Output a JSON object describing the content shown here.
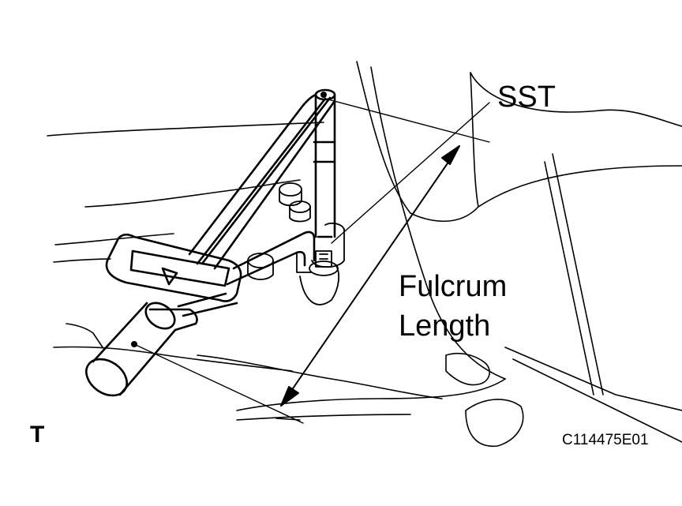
{
  "labels": {
    "tool": "SST",
    "dimension_line1": "Fulcrum",
    "dimension_line2": "Length",
    "view_marker": "T",
    "figure_code": "C114475E01"
  },
  "colors": {
    "ink": "#000000",
    "paper": "#ffffff"
  }
}
